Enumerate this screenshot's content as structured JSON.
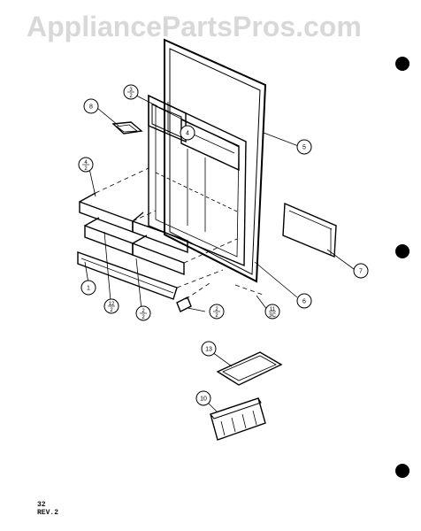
{
  "watermark": "AppliancePartsPros.com",
  "page": {
    "number": "32",
    "revision": "REV.2"
  },
  "callouts": [
    {
      "id": "c1",
      "num": "1",
      "den": ""
    },
    {
      "id": "c3",
      "num": "3",
      "den": "2"
    },
    {
      "id": "c4",
      "num": "4",
      "den": ""
    },
    {
      "id": "c4b",
      "num": "4",
      "den": "2"
    },
    {
      "id": "c5",
      "num": "5",
      "den": ""
    },
    {
      "id": "c6a",
      "num": "6",
      "den": ""
    },
    {
      "id": "c6b",
      "num": "6",
      "den": ""
    },
    {
      "id": "c7",
      "num": "7",
      "den": ""
    },
    {
      "id": "c8",
      "num": "8",
      "den": ""
    },
    {
      "id": "c10",
      "num": "10",
      "den": ""
    },
    {
      "id": "c11",
      "num": "11",
      "den": "3C"
    },
    {
      "id": "c12",
      "num": "12",
      "den": "2"
    },
    {
      "id": "c13",
      "num": "13",
      "den": ""
    },
    {
      "id": "c2a",
      "num": "2",
      "den": "2"
    },
    {
      "id": "c2b",
      "num": "2",
      "den": "2"
    }
  ],
  "colors": {
    "ink": "#000000",
    "watermark": "#d8d8d8",
    "paper": "#ffffff"
  }
}
